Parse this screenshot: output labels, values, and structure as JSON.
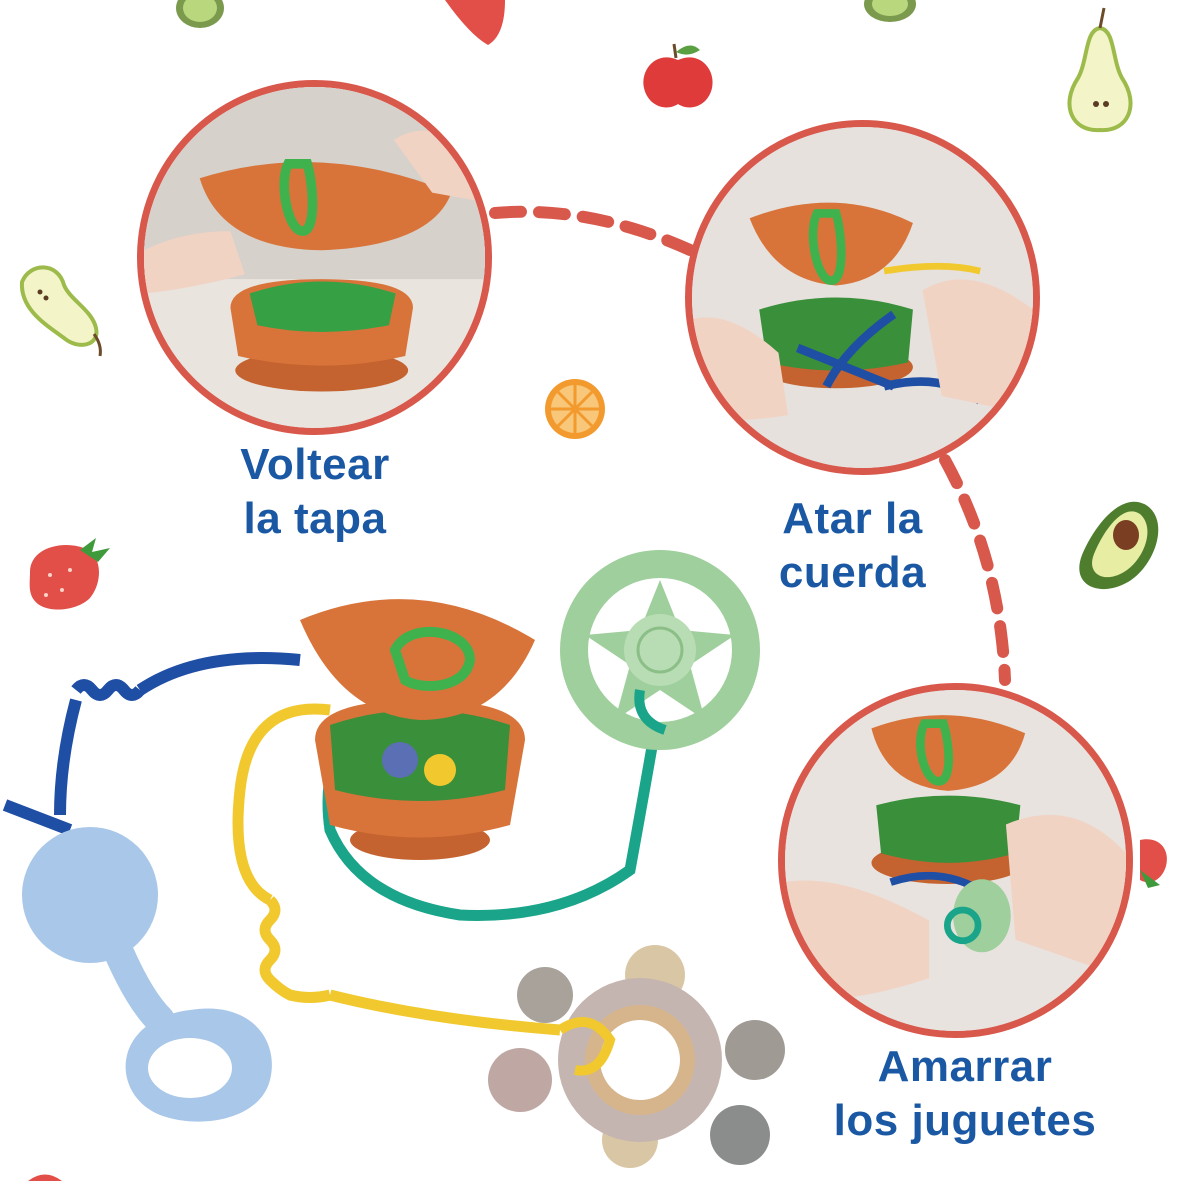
{
  "steps": [
    {
      "line1": "Voltear",
      "line2": "la tapa"
    },
    {
      "line1": "Atar la",
      "line2": "cuerda"
    },
    {
      "line1": "Amarrar",
      "line2": "los juguetes"
    }
  ],
  "colors": {
    "accent_red": "#d9584c",
    "label_blue": "#1b58a4",
    "toy_orange": "#d8743a",
    "toy_green": "#9fcf9c",
    "toy_blue": "#a9c7e8",
    "string_yellow": "#f1c92f",
    "string_teal": "#1aa58b",
    "string_navy": "#1f4ea5"
  },
  "icons": [
    "kiwi-icon",
    "strawberry-icon",
    "apple-icon",
    "pear-icon",
    "orange-slice-icon",
    "avocado-icon"
  ]
}
